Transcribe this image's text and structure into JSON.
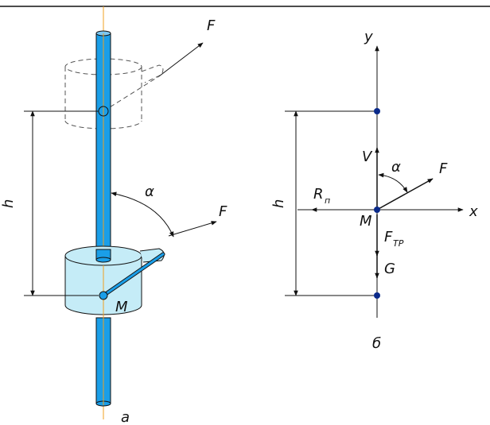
{
  "figure_a": {
    "force": "F",
    "force_cup": "F",
    "height": "h",
    "angle": "α",
    "point": "M",
    "caption": "a"
  },
  "figure_b": {
    "axis_y": "y",
    "axis_x": "x",
    "force": "F",
    "angle": "α",
    "velocity": "V",
    "reaction_main": "R",
    "reaction_sub": "п",
    "friction_main": "F",
    "friction_sub": "ТР",
    "gravity": "G",
    "point": "M",
    "height": "h",
    "caption": "б"
  },
  "colors": {
    "rod_fill": "#1a9ee8",
    "cup_fill": "#c5ecf7",
    "line": "#111111",
    "axis_center": "#f0a020",
    "dot": "#0a2a8a"
  }
}
